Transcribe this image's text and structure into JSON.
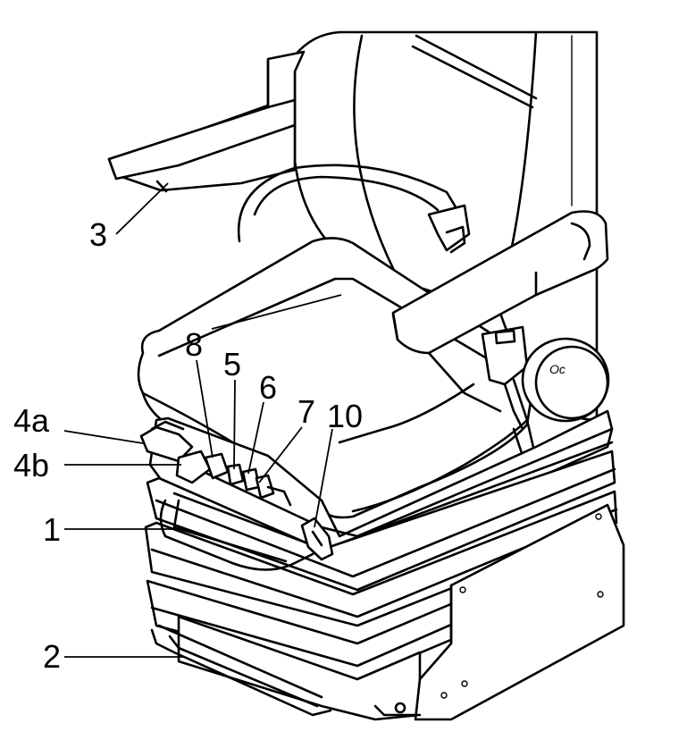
{
  "diagram": {
    "callouts": [
      {
        "id": "3",
        "label": "3"
      },
      {
        "id": "8",
        "label": "8"
      },
      {
        "id": "5",
        "label": "5"
      },
      {
        "id": "6",
        "label": "6"
      },
      {
        "id": "7",
        "label": "7"
      },
      {
        "id": "10",
        "label": "10"
      },
      {
        "id": "4a",
        "label": "4a"
      },
      {
        "id": "4b",
        "label": "4b"
      },
      {
        "id": "1",
        "label": "1"
      },
      {
        "id": "2",
        "label": "2"
      }
    ],
    "knob_mark": "Oc"
  }
}
